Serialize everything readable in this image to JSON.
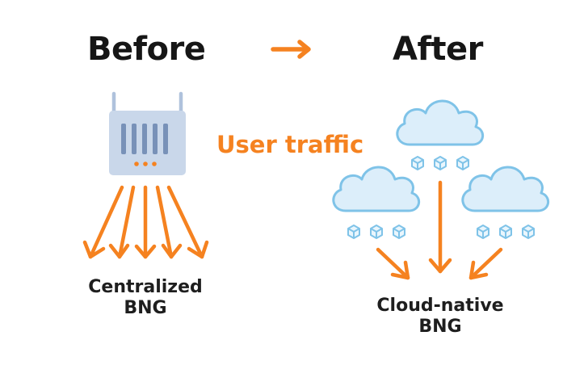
{
  "headings": {
    "before": "Before",
    "after": "After"
  },
  "labels": {
    "user_traffic": "User traffic",
    "centralized_line1": "Centralized",
    "centralized_line2": "BNG",
    "cloud_native_line1": "Cloud-native",
    "cloud_native_line2": "BNG"
  },
  "colors": {
    "accent_orange": "#F58220",
    "router_fill": "#C9D7EA",
    "router_bars": "#7891B8",
    "cloud_fill": "#DCEEFA",
    "cloud_stroke": "#7FC3E8",
    "text_dark": "#1A1A1A"
  },
  "icons": {
    "transition": "right-arrow-icon",
    "centralized": "router-icon",
    "cloud_native": "cloud-icon",
    "instances": "cube-icon"
  }
}
